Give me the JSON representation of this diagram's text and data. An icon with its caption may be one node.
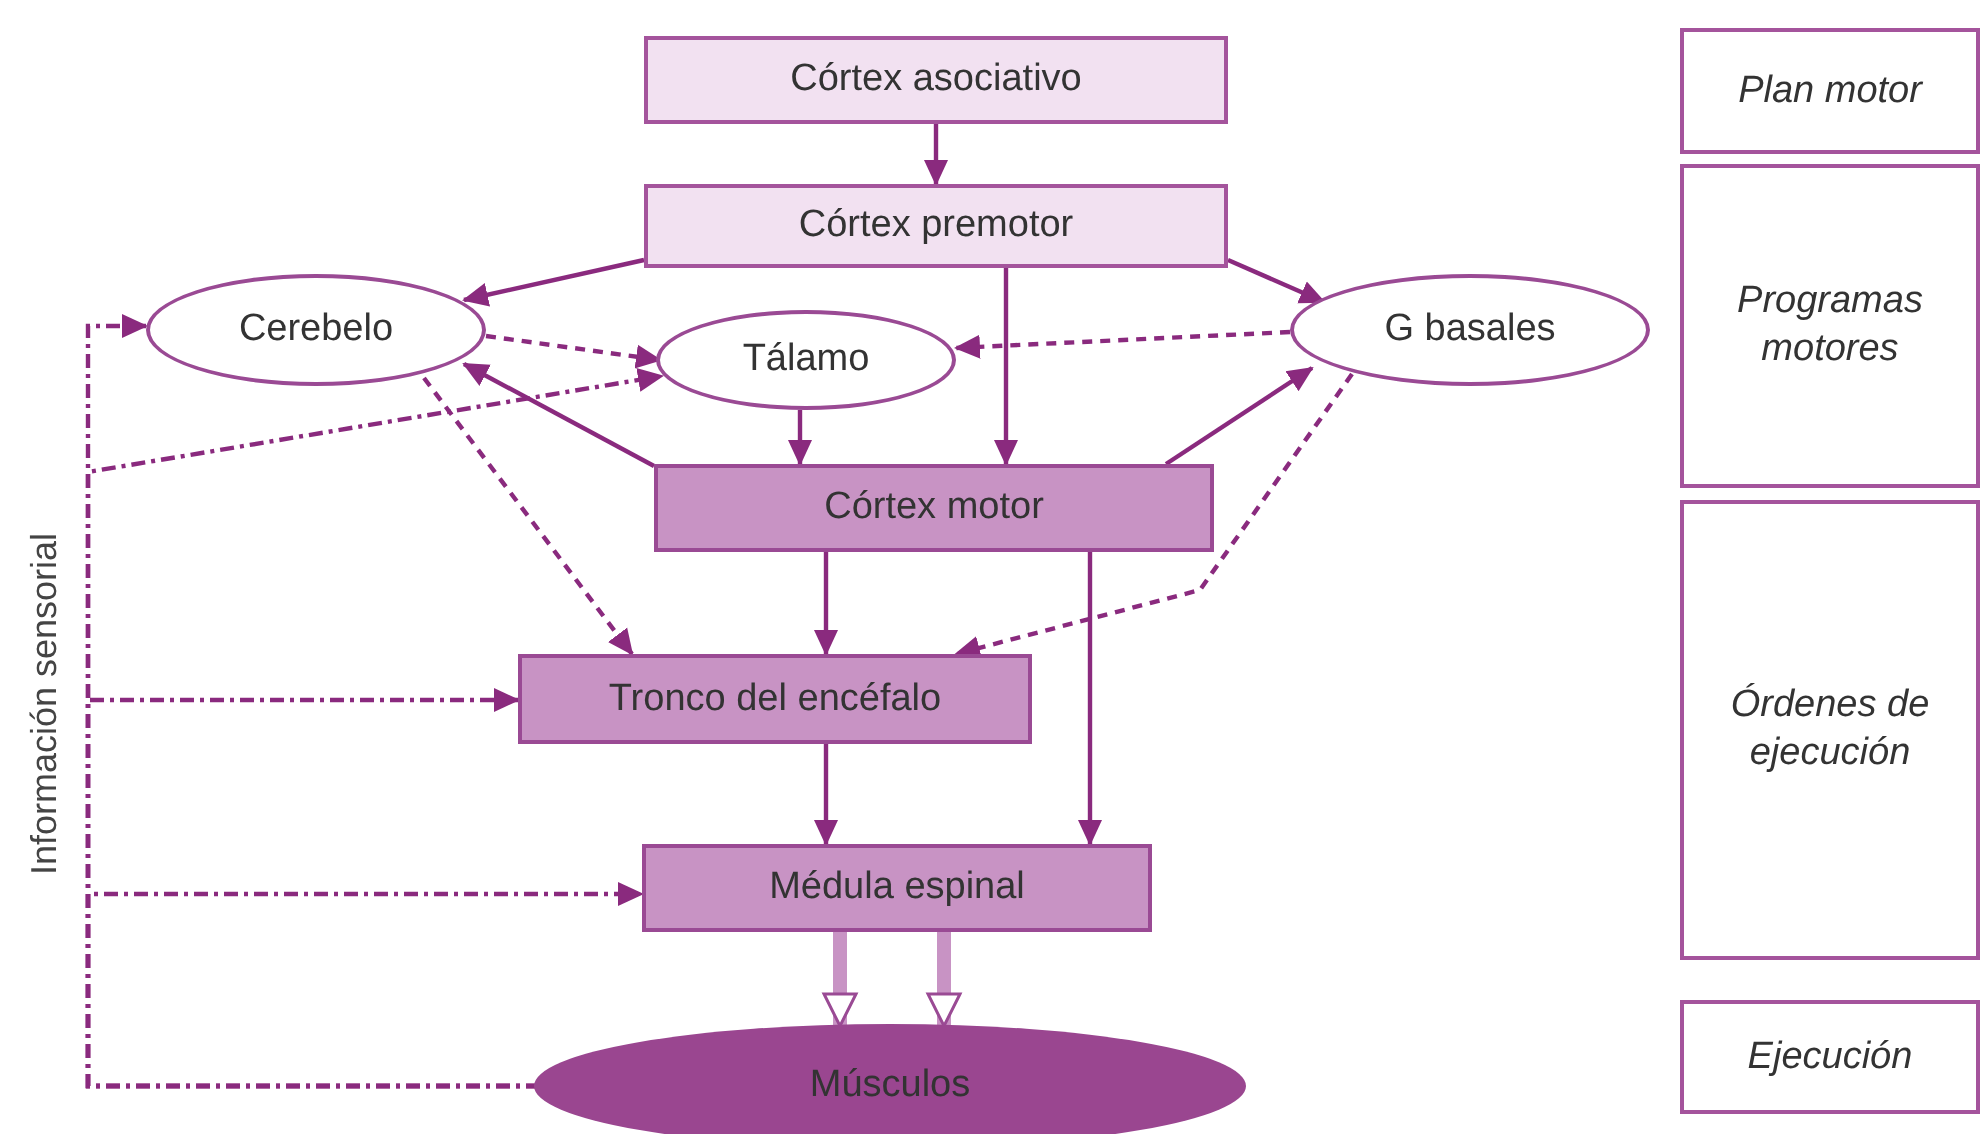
{
  "diagram": {
    "nodes": [
      {
        "text": [
          "Córtex asociativo"
        ]
      },
      {
        "text": [
          "Córtex premotor"
        ]
      },
      {
        "text": [
          "Cerebelo"
        ]
      },
      {
        "text": [
          "Tálamo"
        ]
      },
      {
        "text": [
          "G basales"
        ]
      },
      {
        "text": [
          "Córtex motor"
        ]
      },
      {
        "text": [
          "Tronco del encéfalo"
        ]
      },
      {
        "text": [
          "Médula espinal"
        ]
      },
      {
        "text": [
          "Músculos"
        ]
      },
      {
        "text": [
          "Plan motor"
        ]
      },
      {
        "text": [
          "Programas motores"
        ]
      },
      {
        "text": [
          "Órdenes de ejecución"
        ]
      },
      {
        "text": [
          "Ejecución"
        ]
      }
    ],
    "edges": [
      {
        "from": 0,
        "to": 1,
        "arrow": "to"
      },
      {
        "from": 1,
        "to": 2,
        "arrow": "to"
      },
      {
        "from": 1,
        "to": 4,
        "arrow": "to"
      },
      {
        "from": 1,
        "to": 5,
        "arrow": "to"
      },
      {
        "from": 2,
        "to": 3,
        "arrow": "to",
        "style": "dashed"
      },
      {
        "from": 4,
        "to": 3,
        "arrow": "to",
        "style": "dashed"
      },
      {
        "from": 3,
        "to": 5,
        "arrow": "to"
      },
      {
        "from": 5,
        "to": 2,
        "arrow": "to"
      },
      {
        "from": 5,
        "to": 4,
        "arrow": "to"
      },
      {
        "from": 2,
        "to": 6,
        "arrow": "to",
        "style": "dashed"
      },
      {
        "from": 4,
        "to": 6,
        "arrow": "to",
        "style": "dashed"
      },
      {
        "from": 5,
        "to": 6,
        "arrow": "to"
      },
      {
        "from": 5,
        "to": 7,
        "arrow": "to"
      },
      {
        "from": 6,
        "to": 7,
        "arrow": "to"
      },
      {
        "from": 7,
        "to": 8,
        "arrow": "to",
        "style": "thick",
        "color": "#c893c4"
      },
      {
        "from": 7,
        "to": 8,
        "arrow": "to",
        "style": "thick",
        "color": "#c893c4"
      },
      {
        "from": 8,
        "to": 2,
        "arrow": "to",
        "style": "dashed"
      },
      {
        "from": 8,
        "to": 3,
        "arrow": "to",
        "style": "dashed"
      },
      {
        "from": 8,
        "to": 6,
        "arrow": "to",
        "style": "dashed"
      },
      {
        "from": 8,
        "to": 7,
        "arrow": "to",
        "style": "dashed"
      }
    ],
    "labels": [
      "Información sensorial"
    ]
  }
}
